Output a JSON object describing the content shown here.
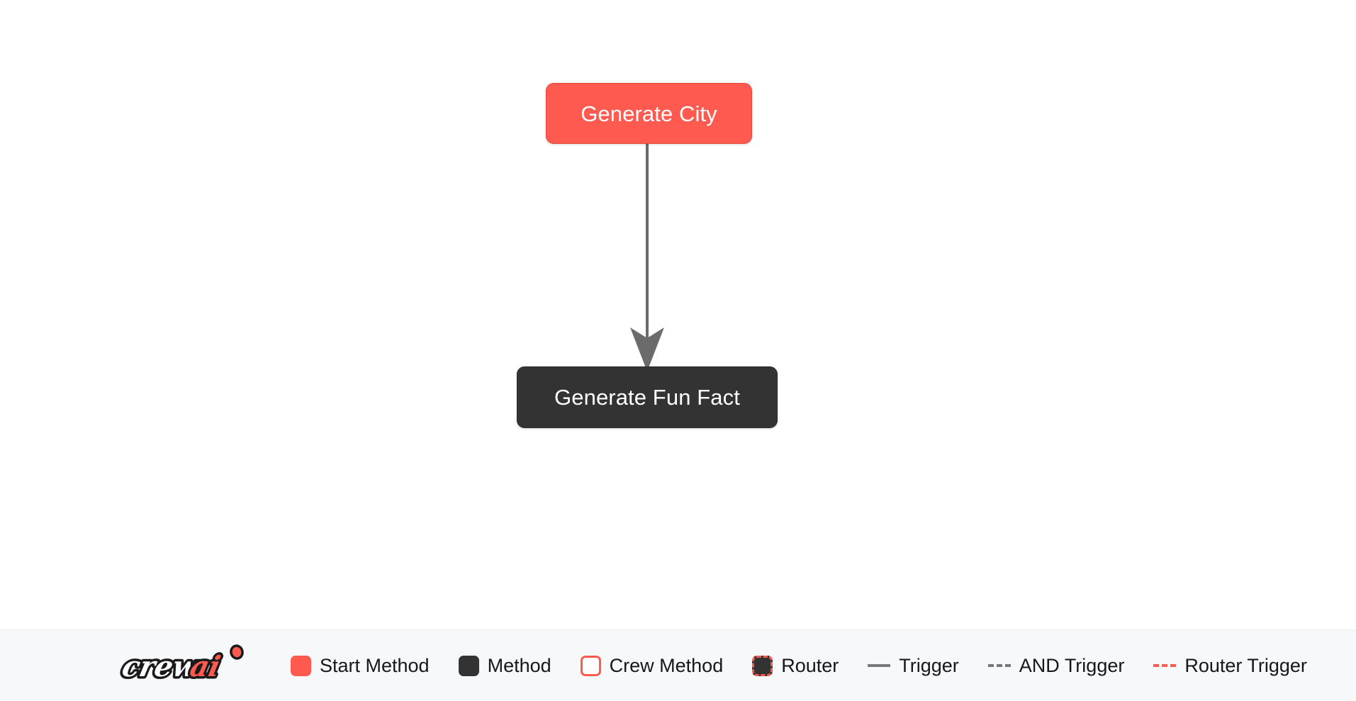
{
  "canvas": {
    "background_color": "#ffffff",
    "nodes": [
      {
        "id": "generate-city",
        "label": "Generate City",
        "type": "start-method",
        "fill": "#FF5A50",
        "text_color": "#ffffff"
      },
      {
        "id": "generate-fun-fact",
        "label": "Generate Fun Fact",
        "type": "method",
        "fill": "#333333",
        "text_color": "#ffffff"
      }
    ],
    "edges": [
      {
        "from": "generate-city",
        "to": "generate-fun-fact",
        "type": "trigger",
        "style": "solid",
        "color": "#6b6b6b",
        "arrowhead": "concave-triangle"
      }
    ]
  },
  "legend": {
    "background_color": "#f7f8f9",
    "logo": {
      "name": "crewai",
      "text_primary": "crew",
      "text_accent": "ai",
      "accent_color": "#FF5A50",
      "primary_color": "#ffffff",
      "outline_color": "#1a1a1a"
    },
    "items": [
      {
        "key": "start-method",
        "label": "Start Method",
        "swatch": "box",
        "color": "#FF5A50"
      },
      {
        "key": "method",
        "label": "Method",
        "swatch": "box",
        "color": "#333333"
      },
      {
        "key": "crew-method",
        "label": "Crew Method",
        "swatch": "box-outline",
        "color": "#FF5A50"
      },
      {
        "key": "router",
        "label": "Router",
        "swatch": "box-dashed",
        "color": "#FF5A50"
      },
      {
        "key": "trigger",
        "label": "Trigger",
        "swatch": "line-solid",
        "color": "#787878"
      },
      {
        "key": "and-trigger",
        "label": "AND Trigger",
        "swatch": "line-dashed",
        "color": "#787878"
      },
      {
        "key": "router-trigger",
        "label": "Router Trigger",
        "swatch": "line-dashed",
        "color": "#FF5A50"
      }
    ]
  }
}
